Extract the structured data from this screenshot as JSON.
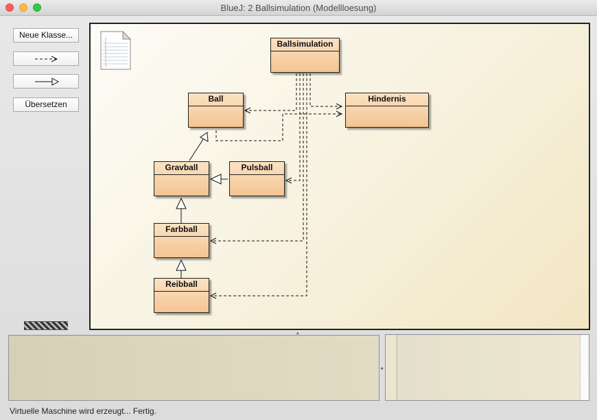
{
  "window": {
    "title": "BlueJ:  2 Ballsimulation (Modellloesung)"
  },
  "toolbar": {
    "new_class_label": "Neue Klasse...",
    "uses_arrow_label": "--->",
    "inherit_arrow_label": "—▷",
    "compile_label": "Übersetzen"
  },
  "diagram": {
    "readme_icon": "readme-document-icon",
    "class_color": "#f6cfa4",
    "classes": [
      {
        "name": "Ballsimulation"
      },
      {
        "name": "Hindernis"
      },
      {
        "name": "Ball"
      },
      {
        "name": "Gravball"
      },
      {
        "name": "Pulsball"
      },
      {
        "name": "Farbball"
      },
      {
        "name": "Reibball"
      }
    ]
  },
  "status": {
    "text": "Virtuelle Maschine wird erzeugt... Fertig."
  }
}
